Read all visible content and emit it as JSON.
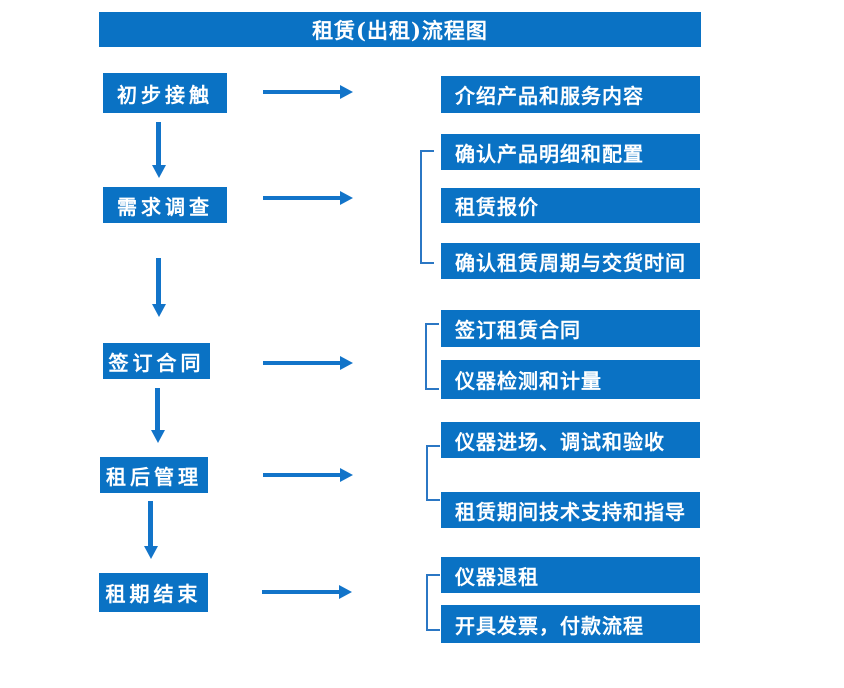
{
  "title": "租赁(出租)流程图",
  "colors": {
    "box_blue": "#0a72c4",
    "arrow_blue": "#1274c9",
    "bracket_blue": "#2b77c4",
    "text_white": "#ffffff",
    "background": "#ffffff"
  },
  "steps": [
    {
      "id": "initial-contact",
      "label": "初步接触",
      "details": [
        "介绍产品和服务内容"
      ]
    },
    {
      "id": "demand-survey",
      "label": "需求调查",
      "details": [
        "确认产品明细和配置",
        "租赁报价",
        "确认租赁周期与交货时间"
      ]
    },
    {
      "id": "sign-contract",
      "label": "签订合同",
      "details": [
        "签订租赁合同",
        "仪器检测和计量"
      ]
    },
    {
      "id": "post-rental-management",
      "label": "租后管理",
      "details": [
        "仪器进场、调试和验收",
        "租赁期间技术支持和指导"
      ]
    },
    {
      "id": "rental-period-end",
      "label": "租期结束",
      "details": [
        "仪器退租",
        "开具发票，付款流程"
      ]
    }
  ]
}
